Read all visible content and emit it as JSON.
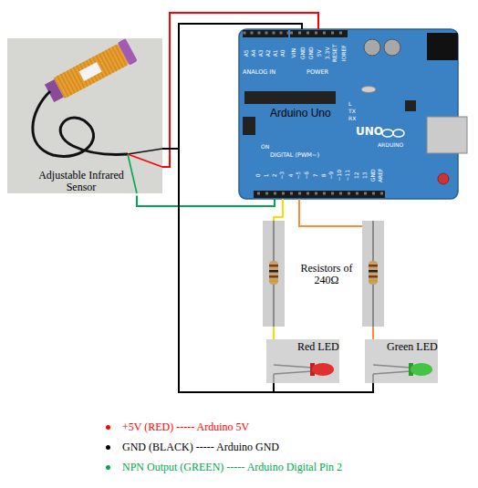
{
  "diagram": {
    "nodes": [
      {
        "text": [
          "Adjustable Infrared Sensor"
        ]
      },
      {
        "text": [
          "Arduino Uno"
        ]
      },
      {
        "text": [
          "Red LED"
        ]
      },
      {
        "text": [
          "Green LED"
        ]
      }
    ],
    "edges": [
      {
        "from": 0,
        "to": 1,
        "arrow": "none"
      },
      {
        "from": 0,
        "to": 1,
        "arrow": "none"
      },
      {
        "from": 0,
        "to": 1,
        "arrow": "none"
      },
      {
        "from": 1,
        "to": 2,
        "arrow": "none"
      },
      {
        "from": 1,
        "to": 3,
        "arrow": "none"
      },
      {
        "from": 2,
        "to": 1,
        "arrow": "none"
      },
      {
        "from": 3,
        "to": 1,
        "arrow": "none"
      }
    ],
    "labels": [
      "Resistors of 240Ω",
      "ANALOG IN",
      "POWER",
      "DIGITAL (PWM~)",
      "UNO",
      "ARDUINO",
      "ON",
      "TX",
      "RX",
      "L",
      "A5",
      "A4",
      "A3",
      "A2",
      "A1",
      "A0",
      "VIN",
      "GND",
      "GND",
      "5V",
      "3.3V",
      "RESET",
      "IOREF",
      "0",
      "1",
      "2",
      "~3",
      "4",
      "~5",
      "~6",
      "7",
      "8",
      "~9",
      "~10",
      "~11",
      "12",
      "13",
      "GND",
      "AREF"
    ],
    "legend": [
      {
        "text": "+5V (RED) ----- Arduino 5V",
        "color": "#ff0000"
      },
      {
        "text": "GND (BLACK) ----- Arduino GND",
        "color": "#000000"
      },
      {
        "text": "NPN Output (GREEN) ----- Arduino Digital Pin 2",
        "color": "#00a650"
      }
    ]
  }
}
